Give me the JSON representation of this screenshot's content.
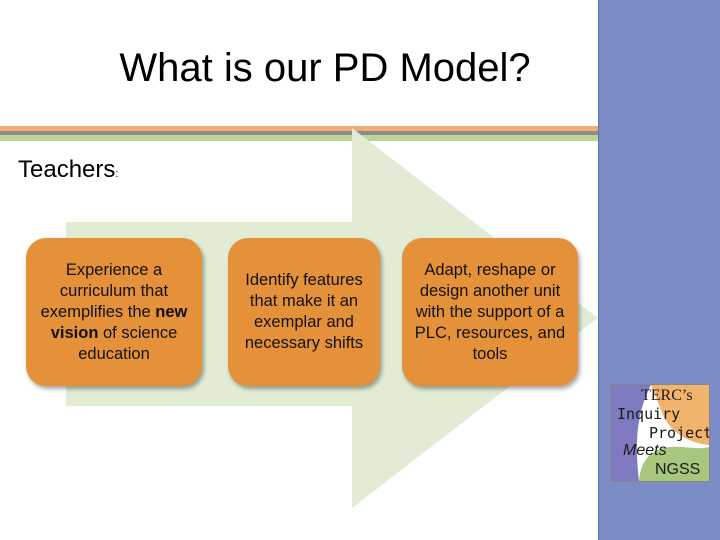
{
  "title": "What is our PD Model?",
  "teachers": {
    "label": "Teachers",
    "colon": ":"
  },
  "steps": [
    {
      "pre": "Experience a curriculum that exemplifies the ",
      "bold": "new vision",
      "post": " of science education"
    },
    {
      "text": "Identify features that make it an exemplar and necessary shifts"
    },
    {
      "text": "Adapt, reshape or design another unit with the support of a PLC, resources, and tools"
    }
  ],
  "logo": {
    "line1": "TERC’s",
    "line2": "Inquiry",
    "line3": "Project",
    "line4": "Meets",
    "line5": "NGSS"
  },
  "colors": {
    "sidebar": "#7b8cc6",
    "arrow": "#e2ecd5",
    "step_box": "#e5913a",
    "stripe_orange": "#f0ae72",
    "stripe_gray": "#8c8c8c",
    "stripe_green": "#bcd59a"
  }
}
